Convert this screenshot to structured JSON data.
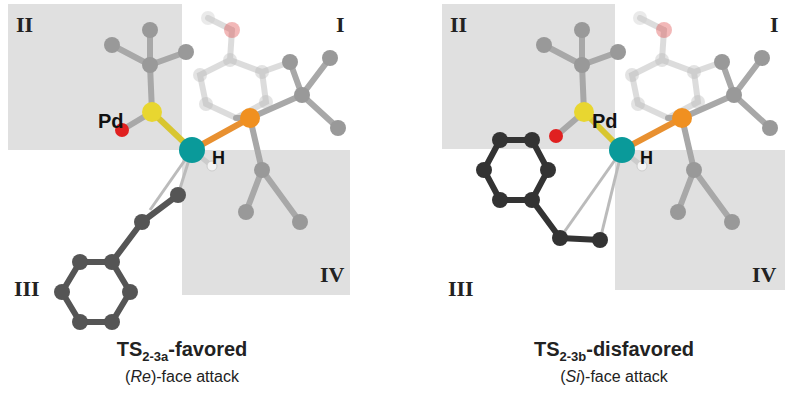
{
  "diagram": {
    "labels": [
      "II",
      "I",
      "Pd",
      "H",
      "III",
      "IV",
      "TS",
      "2-3a",
      "-favored",
      "(",
      "Re",
      ")-face attack",
      "II",
      "I",
      "Pd",
      "H",
      "III",
      "IV",
      "TS",
      "2-3b",
      "-disfavored",
      "(",
      "Si",
      ")-face attack"
    ]
  }
}
